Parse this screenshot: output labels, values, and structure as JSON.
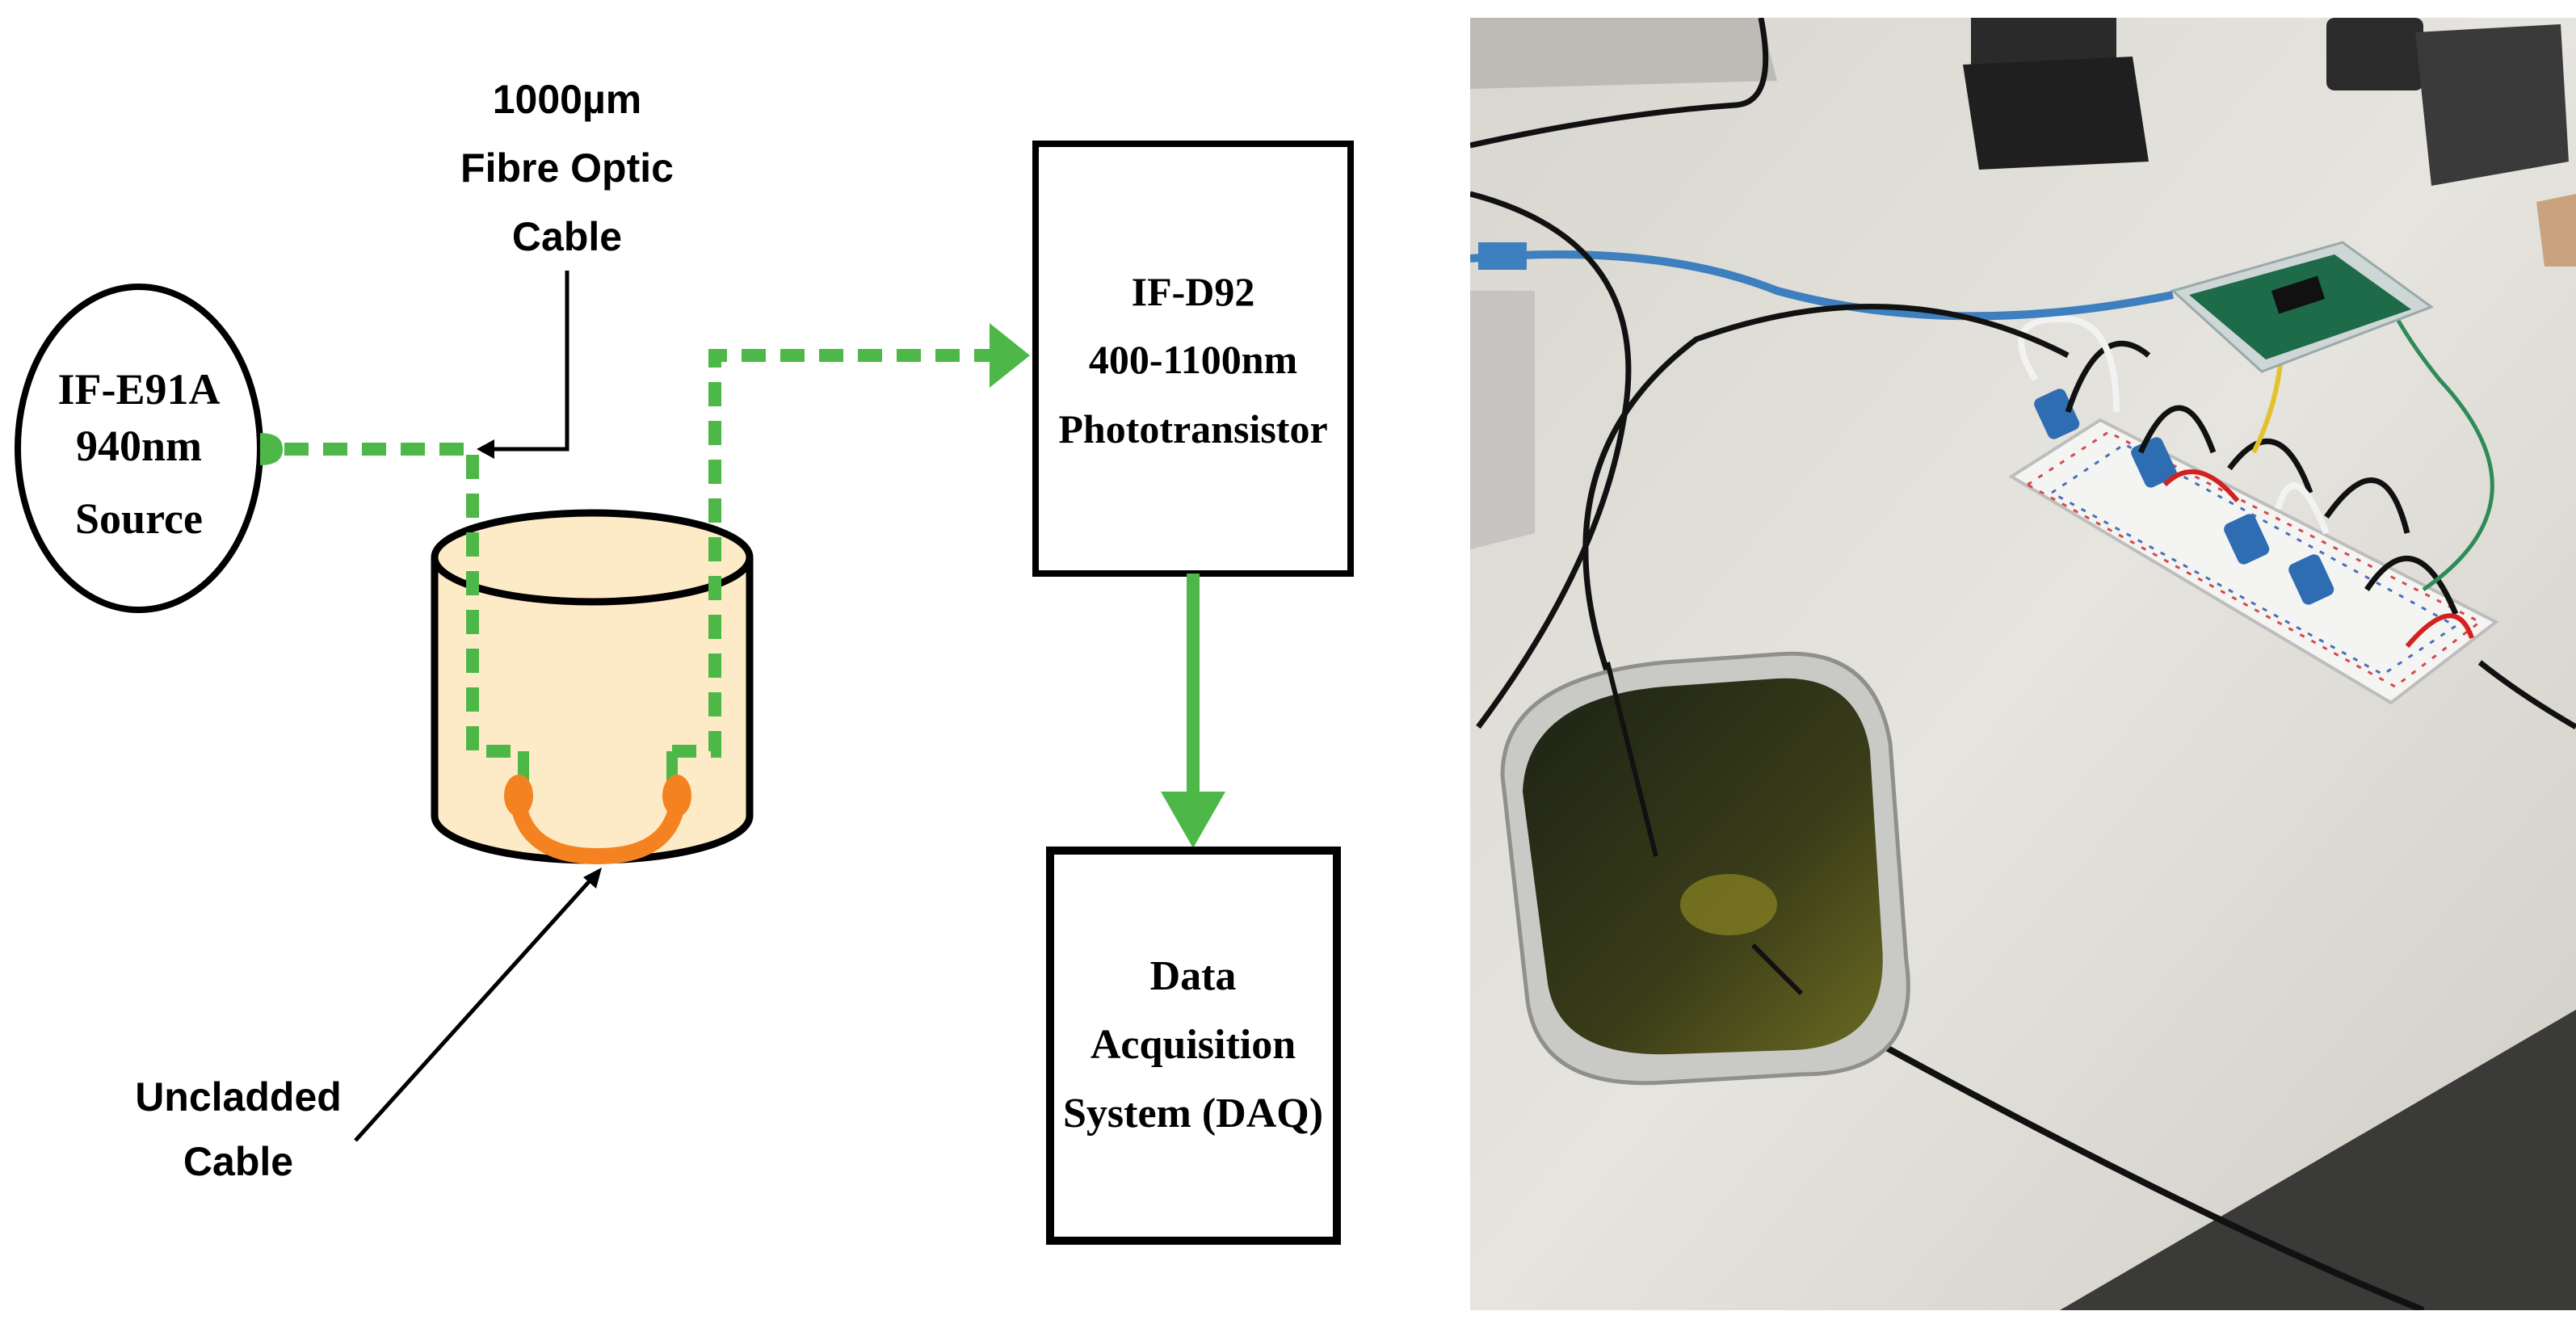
{
  "diagram": {
    "source": {
      "line1": "IF-E91A",
      "line2": "940nm",
      "line3": "Source"
    },
    "fibre_label": {
      "line1": "1000µm",
      "line2": "Fibre Optic",
      "line3": "Cable"
    },
    "detector": {
      "line1": "IF-D92",
      "line2": "400-1100nm",
      "line3": "Phototransistor"
    },
    "daq": {
      "line1": "Data",
      "line2": "Acquisition",
      "line3": "System (DAQ)"
    },
    "uncladded_label": {
      "line1": "Uncladded",
      "line2": "Cable"
    }
  },
  "colors": {
    "fibre_green": "#4db848",
    "container_fill": "#fdebc8",
    "uncladded_orange": "#f58220",
    "outline": "#000000"
  },
  "photo": {
    "description_icons": [
      "breadboard-icon",
      "microcontroller-icon",
      "liquid-container-icon",
      "usb-cable-icon"
    ]
  }
}
